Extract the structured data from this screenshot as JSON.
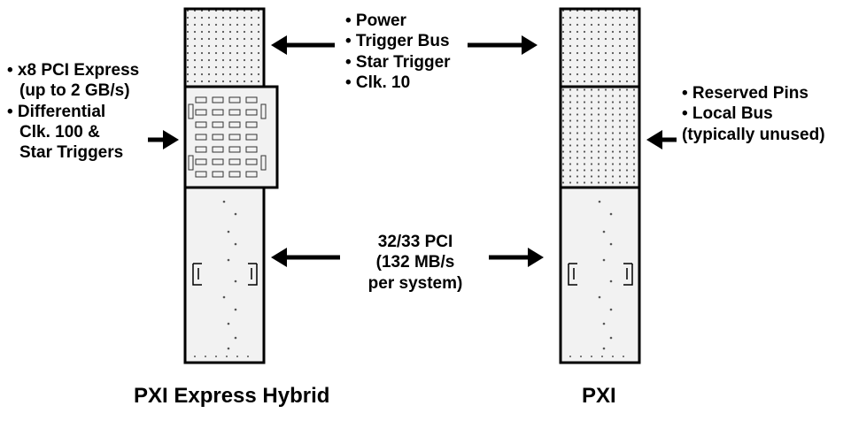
{
  "center_top": [
    "• Power",
    "• Trigger Bus",
    "• Star Trigger",
    "• Clk. 10"
  ],
  "left_features": [
    "• x8 PCI Express",
    "(up to 2 GB/s)",
    "• Differential",
    "Clk. 100 &",
    "Star Triggers"
  ],
  "right_features": [
    "• Reserved Pins",
    "• Local Bus",
    "(typically unused)"
  ],
  "center_pci": [
    "32/33 PCI",
    "(132 MB/s",
    "per system)"
  ],
  "captions": {
    "left": "PXI Express Hybrid",
    "right": "PXI"
  },
  "colors": {
    "stroke": "#000000",
    "background": "#ffffff",
    "connector_fill": "#f2f2f2"
  }
}
